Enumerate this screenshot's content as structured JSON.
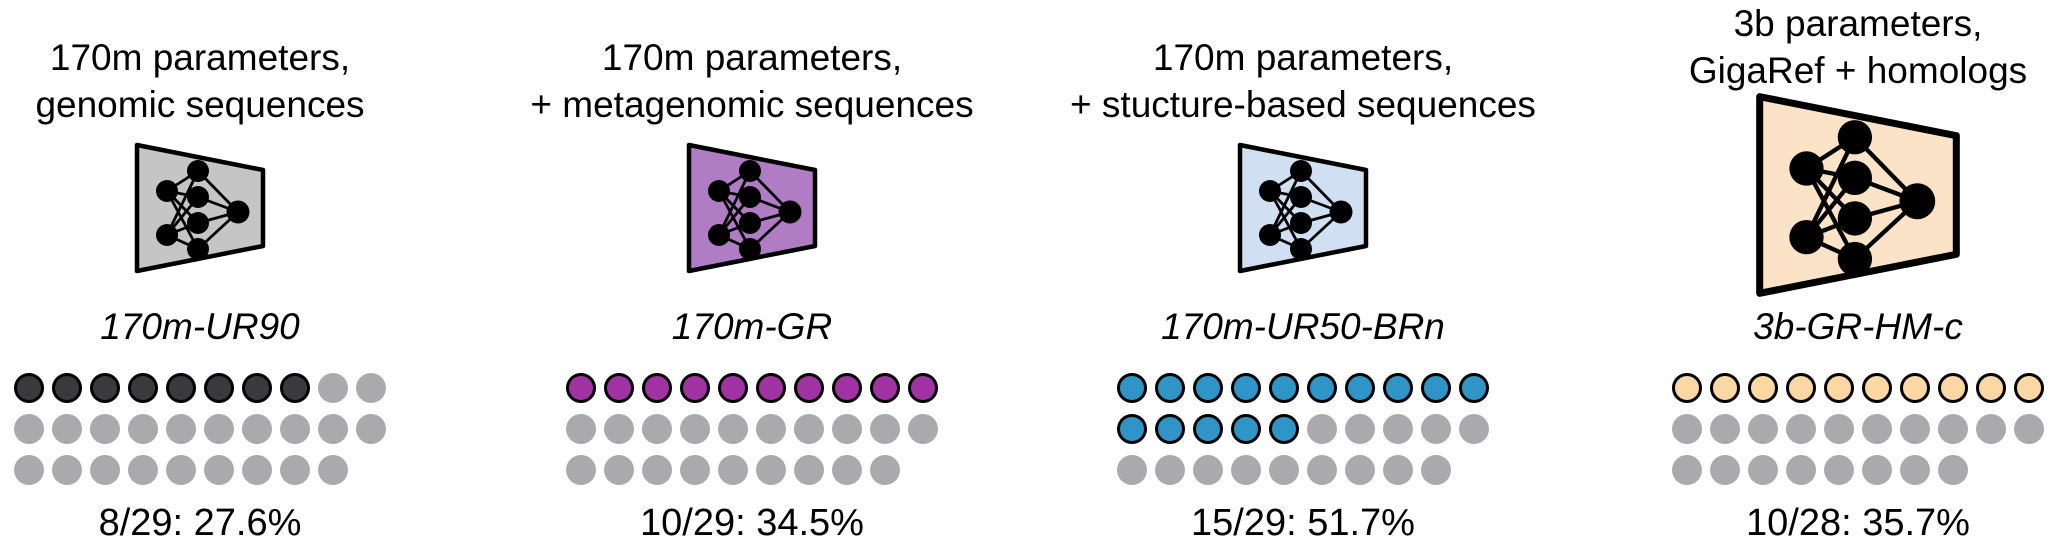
{
  "columns": [
    {
      "title_line1": "170m parameters,",
      "title_line2": "genomic sequences",
      "model_name": "170m-UR90",
      "stat": "8/29: 27.6%",
      "icon_fill": "#c5c5c5",
      "dot_fill": "#3a3a3c",
      "dots": {
        "rows": [
          {
            "filled": 8,
            "empty": 2
          },
          {
            "filled": 0,
            "empty": 10
          },
          {
            "filled": 0,
            "empty": 9
          }
        ],
        "successes": 8,
        "total": 29,
        "percent": 27.6
      }
    },
    {
      "title_line1": "170m parameters,",
      "title_line2": "+ metagenomic sequences",
      "model_name": "170m-GR",
      "stat": "10/29: 34.5%",
      "icon_fill": "#b07cc4",
      "dot_fill": "#a032a2",
      "dots": {
        "rows": [
          {
            "filled": 10,
            "empty": 0
          },
          {
            "filled": 0,
            "empty": 10
          },
          {
            "filled": 0,
            "empty": 9
          }
        ],
        "successes": 10,
        "total": 29,
        "percent": 34.5
      }
    },
    {
      "title_line1": "170m parameters,",
      "title_line2": "+ stucture-based sequences",
      "model_name": "170m-UR50-BRn",
      "stat": "15/29: 51.7%",
      "icon_fill": "#d0e0f2",
      "dot_fill": "#2f94c6",
      "dots": {
        "rows": [
          {
            "filled": 10,
            "empty": 0
          },
          {
            "filled": 5,
            "empty": 5
          },
          {
            "filled": 0,
            "empty": 9
          }
        ],
        "successes": 15,
        "total": 29,
        "percent": 51.7
      }
    },
    {
      "title_line1": "3b parameters,",
      "title_line2": "GigaRef + homologs",
      "model_name": "3b-GR-HM-c",
      "stat": "10/28: 35.7%",
      "icon_fill": "#fbe3c7",
      "dot_fill": "#fbd7a4",
      "dots": {
        "rows": [
          {
            "filled": 10,
            "empty": 0
          },
          {
            "filled": 0,
            "empty": 10
          },
          {
            "filled": 0,
            "empty": 8
          }
        ],
        "successes": 10,
        "total": 28,
        "percent": 35.7
      }
    }
  ],
  "colors": {
    "empty_dot": "#aaaaac",
    "dot_outline": "#000000",
    "node": "#000000",
    "text": "#000000"
  },
  "chart_data": {
    "type": "bar",
    "categories": [
      "170m-UR90",
      "170m-GR",
      "170m-UR50-BRn",
      "3b-GR-HM-c"
    ],
    "series": [
      {
        "name": "successes",
        "values": [
          8,
          10,
          15,
          10
        ]
      },
      {
        "name": "attempts",
        "values": [
          29,
          29,
          29,
          28
        ]
      },
      {
        "name": "success_rate_percent",
        "values": [
          27.6,
          34.5,
          51.7,
          35.7
        ]
      }
    ],
    "annotations": [
      "8/29: 27.6%",
      "10/29: 34.5%",
      "15/29: 51.7%",
      "10/28: 35.7%"
    ],
    "title": "",
    "xlabel": "",
    "ylabel": ""
  }
}
